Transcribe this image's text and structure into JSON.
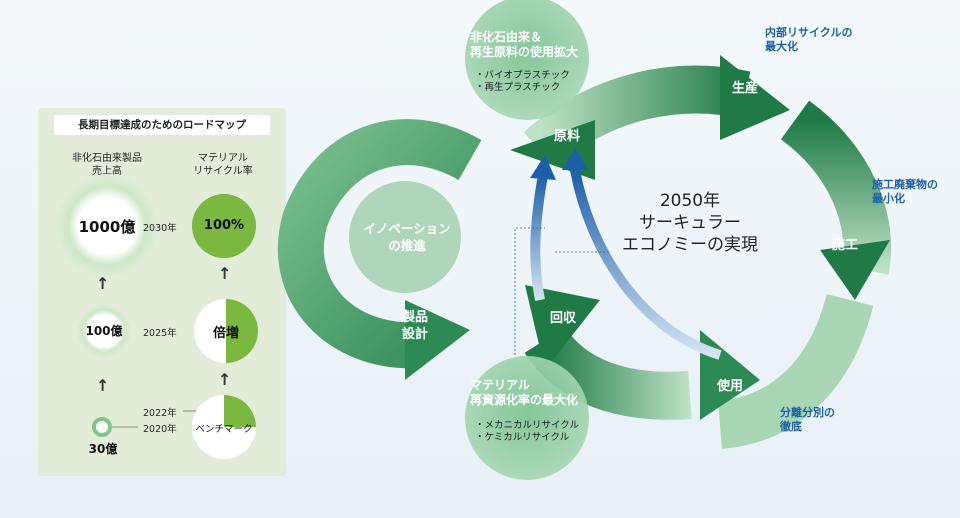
{
  "roadmap": {
    "title": "長期目標達成のためのロードマップ",
    "col1_label": "非化石由来製品\n売上高",
    "col2_label": "マテリアル\nリサイクル率",
    "years": {
      "y2030": "2030年",
      "y2025": "2025年",
      "y2022": "2022年",
      "y2020": "2020年"
    },
    "sales": {
      "v2030": "1000億",
      "v2025": "100億",
      "v2020": "30億"
    },
    "recycle": {
      "v2030": "100%",
      "v2025": "倍増",
      "v2020": "ベンチマーク"
    },
    "recycle_fill": {
      "v2030": 1.0,
      "v2025": 0.5,
      "v2020": 0.25
    }
  },
  "diagram": {
    "center": "2050年\nサーキュラー\nエコノミーの実現",
    "stages": {
      "genryo": "原料",
      "seisan": "生産",
      "seko": "施工",
      "shiyo": "使用",
      "kaishu": "回収",
      "seihin": "製品\n設計",
      "innovation": "イノベーション\nの推進"
    },
    "notes": {
      "seisan": "内部リサイクルの\n最大化",
      "seko": "施工廃棄物の\n最小化",
      "shiyo": "分離分別の\n徹底"
    },
    "bubble_top": {
      "title": "非化石由来＆\n再生原料の使用拡大",
      "items": "・バイオプラスチック\n・再生プラスチック"
    },
    "bubble_bottom": {
      "title": "マテリアル\n再資源化率の最大化",
      "items": "・メカニカルリサイクル\n・ケミカルリサイクル"
    }
  },
  "colors": {
    "green_dark": "#1f7a46",
    "green_light": "#bfe2c7",
    "blue": "#1a5fa8",
    "panel": "#e3ecd9"
  }
}
